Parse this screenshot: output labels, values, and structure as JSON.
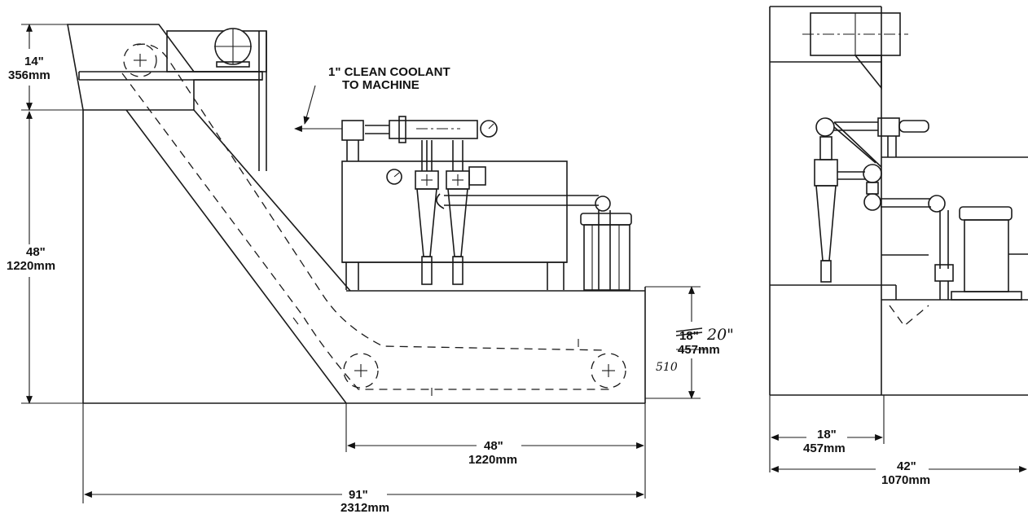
{
  "callout": {
    "line1": "1\" CLEAN COOLANT",
    "line2": "TO MACHINE"
  },
  "dimensions": {
    "top_height_in": "14\"",
    "top_height_mm": "356mm",
    "main_height_in": "48\"",
    "main_height_mm": "1220mm",
    "tank_height_in_struck": "18\"",
    "tank_height_in_handwritten": "20\"",
    "tank_height_mm": "457mm",
    "tank_height_mm_handwritten": "510",
    "tank_length_in": "48\"",
    "tank_length_mm": "1220mm",
    "overall_length_in": "91\"",
    "overall_length_mm": "2312mm",
    "side_offset_in": "18\"",
    "side_offset_mm": "457mm",
    "side_width_in": "42\"",
    "side_width_mm": "1070mm"
  }
}
